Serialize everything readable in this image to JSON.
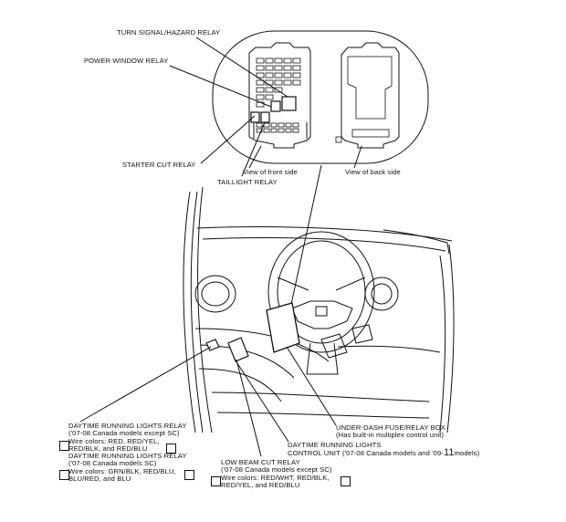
{
  "relays": {
    "turn_signal": "TURN SIGNAL/HAZARD RELAY",
    "power_window": "POWER WINDOW RELAY",
    "starter_cut": "STARTER CUT RELAY",
    "taillight": "TAILLIGHT RELAY"
  },
  "views": {
    "front": "View of front side",
    "back": "View of back side"
  },
  "fuse_box": {
    "title": "UNDER-DASH FUSE/RELAY BOX",
    "note": "(Has built-in multiplex control unit)"
  },
  "drl_unit": {
    "line1": "DAYTIME RUNNING LIGHTS",
    "line2_prefix": "CONTROL UNIT ('07-08 Canada models and '09-",
    "line2_highlight": "11",
    "line2_suffix": "models)"
  },
  "drl_relay_a": {
    "title": "DAYTIME RUNNING LIGHTS RELAY",
    "models": "('07-08 Canada models except SC)",
    "wire_line1": "Wire colors: RED, RED/YEL,",
    "wire_line2": "RED/BLK, and RED/BLU"
  },
  "drl_relay_b": {
    "title": "DAYTIME RUNNING LIGHTS RELAY",
    "models": "('07-08 Canada models SC)",
    "wire_line1": "Wire colors: GRN/BLK, RED/BLU,",
    "wire_line2": "BLU/RED, and BLU"
  },
  "low_beam": {
    "title": "LOW BEAM CUT RELAY",
    "models": "('07-08 Canada models except SC)",
    "wire_line1": "Wire colors: RED/WHT, RED/BLK,",
    "wire_line2": "RED/YEL, and RED/BLU"
  }
}
